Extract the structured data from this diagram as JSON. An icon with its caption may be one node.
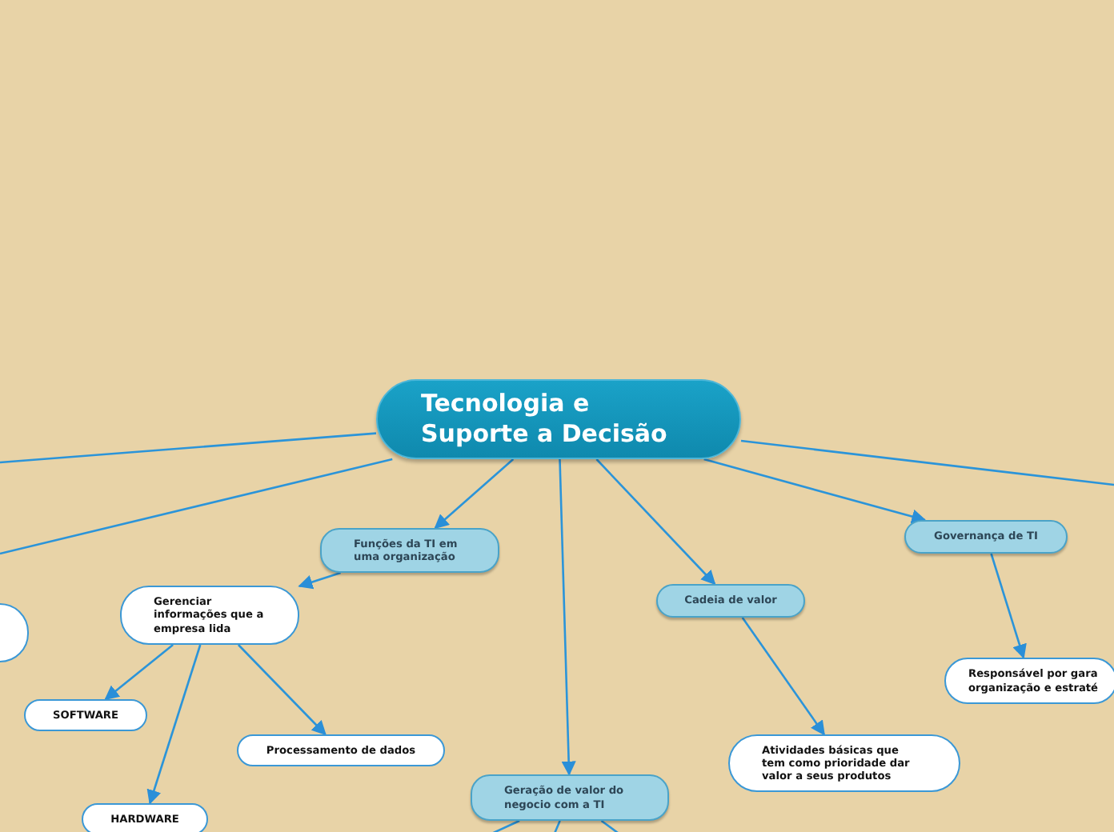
{
  "diagram": {
    "nodes": [
      {
        "text": [
          "Tecnologia e Suporte a Decisão"
        ]
      },
      {
        "text": [
          "Funções da TI em uma organização"
        ]
      },
      {
        "text": [
          "Gerenciar informações que a empresa lida"
        ]
      },
      {
        "text": [
          "SOFTWARE"
        ]
      },
      {
        "text": [
          "HARDWARE"
        ]
      },
      {
        "text": [
          "Processamento de dados"
        ]
      },
      {
        "text": [
          "Geração de valor do negocio com a TI"
        ]
      },
      {
        "text": [
          "Cadeia de valor"
        ]
      },
      {
        "text": [
          "Atividades básicas que tem como prioridade dar valor a seus produtos"
        ]
      },
      {
        "text": [
          "Governança de TI"
        ]
      },
      {
        "text": [
          "Responsável por gara organização e estraté"
        ]
      },
      {
        "text": [],
        "shape": "box"
      }
    ],
    "edges": [
      {
        "from": 0,
        "to": 1,
        "arrow": "to"
      },
      {
        "from": 1,
        "to": 2,
        "arrow": "to"
      },
      {
        "from": 2,
        "to": 3,
        "arrow": "to"
      },
      {
        "from": 2,
        "to": 4,
        "arrow": "to"
      },
      {
        "from": 2,
        "to": 5,
        "arrow": "to"
      },
      {
        "from": 0,
        "to": 6,
        "arrow": "to"
      },
      {
        "from": 0,
        "to": 7,
        "arrow": "to"
      },
      {
        "from": 7,
        "to": 8,
        "arrow": "to"
      },
      {
        "from": 0,
        "to": 9,
        "arrow": "to"
      },
      {
        "from": 9,
        "to": 10,
        "arrow": "to"
      },
      {
        "from": 0,
        "to": null,
        "arrow": "none"
      },
      {
        "from": 0,
        "to": null,
        "arrow": "none"
      },
      {
        "from": 0,
        "to": null,
        "arrow": "none"
      },
      {
        "from": 6,
        "to": null,
        "arrow": "none"
      },
      {
        "from": 6,
        "to": null,
        "arrow": "none"
      },
      {
        "from": 6,
        "to": null,
        "arrow": "none"
      }
    ]
  }
}
